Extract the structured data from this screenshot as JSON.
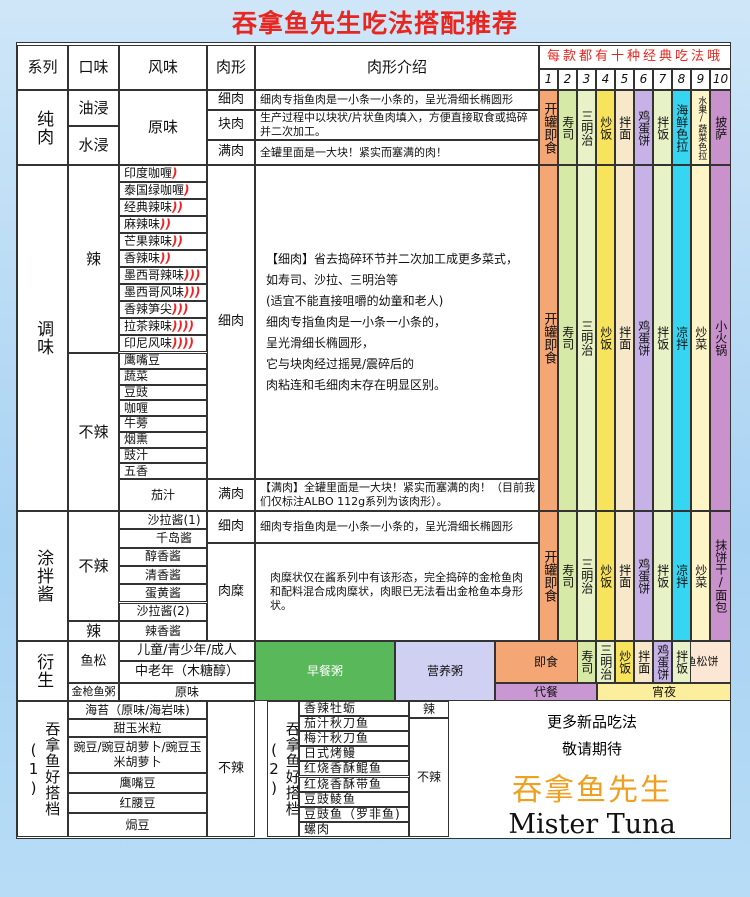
{
  "title": "吞拿鱼先生吃法搭配推荐",
  "headers": {
    "series": "系列",
    "taste": "口味",
    "flavor": "风味",
    "meat": "肉形",
    "intro": "肉形介绍",
    "top_note": "每款都有十种经典吃法哦",
    "nums": [
      "1",
      "2",
      "3",
      "4",
      "5",
      "6",
      "7",
      "8",
      "9",
      "10"
    ]
  },
  "pure": {
    "series": "纯肉",
    "oil": "油浸",
    "water": "水浸",
    "flavor": "原味",
    "meat_fine": "细肉",
    "meat_block": "块肉",
    "meat_full": "满肉",
    "intro_fine": "细肉专指鱼肉是一小条一小条的，呈光滑细长椭圆形",
    "intro_block": "生产过程中以块状/片状鱼肉填入，方便直接取食或捣碎并二次加工。",
    "intro_full": "全罐里面是一大块！紧实而塞满的肉！"
  },
  "spicy": {
    "series": "调味",
    "spicy_label": "辣",
    "notspicy_label": "不辣",
    "spicy_flavors": [
      {
        "name": "印度咖喱",
        "chili": ")"
      },
      {
        "name": "泰国绿咖喱",
        "chili": ")"
      },
      {
        "name": "经典辣味",
        "chili": "))"
      },
      {
        "name": "麻辣味",
        "chili": "))"
      },
      {
        "name": "芒果辣味",
        "chili": "))"
      },
      {
        "name": "香辣味",
        "chili": "))"
      },
      {
        "name": "墨西哥辣味",
        "chili": ")))"
      },
      {
        "name": "墨西哥风味",
        "chili": ")))"
      },
      {
        "name": "香辣笋尖",
        "chili": ")))"
      },
      {
        "name": "拉茶辣味",
        "chili": "))))"
      },
      {
        "name": "印尼风味",
        "chili": "))))"
      }
    ],
    "mild_flavors": [
      "鹰嘴豆",
      "蔬菜",
      "豆豉",
      "咖喱",
      "牛蒡",
      "烟熏",
      "豉汁",
      "五香"
    ],
    "garlic": "茄汁",
    "meat_fine": "细肉",
    "meat_full": "满肉",
    "intro_lines": [
      "【细肉】省去捣碎环节并二次加工成更多菜式，",
      "如寿司、沙拉、三明治等",
      "(适宜不能直接咀嚼的幼童和老人)",
      "细肉专指鱼肉是一小条一小条的，",
      "呈光滑细长椭圆形，",
      "它与块肉经过摇晃/震碎后的",
      "肉粘连和毛细肉末存在明显区别。"
    ],
    "intro_full": "【满肉】全罐里面是一大块！紧实而塞满的肉！（目前我们仅标注ALBO 112g系列为该肉形）。"
  },
  "sauce": {
    "series": "涂拌酱",
    "notspicy": "不辣",
    "spicy": "辣",
    "flavors": [
      "沙拉酱(1)",
      "千岛酱",
      "醇香酱",
      "清香酱",
      "蛋黄酱",
      "沙拉酱(2)"
    ],
    "spicy_flavor": "辣香酱",
    "meat_fine": "细肉",
    "meat_paste": "肉糜",
    "intro_fine": "细肉专指鱼肉是一小条一小条的，呈光滑细长椭圆形",
    "intro_paste": "肉糜状仅在酱系列中有该形态，完全捣碎的金枪鱼肉和配料混合成肉糜状，肉眼已无法看出金枪鱼本身形状。"
  },
  "derived": {
    "series": "衍生",
    "floss": "鱼松",
    "kid": "儿童/青少年/成人",
    "elder": "中老年（木糖醇）",
    "tuna_floss": "金枪鱼粥",
    "original": "原味",
    "breakfast": "早餐粥",
    "nutrition": "营养粥",
    "instant": "即食",
    "replace": "代餐",
    "supper": "宵夜",
    "floss_cake": "鱼松饼"
  },
  "methods_main": [
    "开罐即食",
    "寿司",
    "三明治",
    "炒饭",
    "拌面",
    "鸡蛋饼",
    "拌饭",
    "海鲜色拉",
    "水果/蔬菜色拉",
    "披萨"
  ],
  "methods_spicy": [
    "开罐即食",
    "寿司",
    "三明治",
    "炒饭",
    "拌面",
    "鸡蛋饼",
    "拌饭",
    "凉拌",
    "炒菜",
    "小火锅"
  ],
  "methods_sauce": [
    "开罐即食",
    "寿司",
    "三明治",
    "炒饭",
    "拌面",
    "鸡蛋饼",
    "拌饭",
    "凉拌",
    "炒菜",
    "抹饼干/面包"
  ],
  "methods_derived": [
    "寿司",
    "三明治",
    "炒饭",
    "拌面",
    "鸡蛋饼",
    "拌饭"
  ],
  "partner1": {
    "title": "吞拿鱼好搭档(1)",
    "items": [
      "海苔（原味/海岩味)",
      "甜玉米粒",
      "豌豆/豌豆胡萝卜/豌豆玉米胡萝卜",
      "鹰嘴豆",
      "红腰豆",
      "焗豆"
    ],
    "tag": "不辣"
  },
  "partner2": {
    "title": "吞拿鱼好搭档(2)",
    "items": [
      "香辣牡蛎",
      "茄汁秋刀鱼",
      "梅汁秋刀鱼",
      "日式烤鳗",
      "红烧香酥鲲鱼",
      "红烧香酥带鱼",
      "豆豉鲮鱼",
      "豆豉鱼（罗非鱼)",
      "螺肉"
    ],
    "tag_spicy": "辣",
    "tag_mild": "不辣"
  },
  "promo": {
    "line1": "更多新品吃法",
    "line2": "敬请期待",
    "logo_cn": "吞拿鱼先生",
    "logo_en": "Mister Tuna"
  }
}
